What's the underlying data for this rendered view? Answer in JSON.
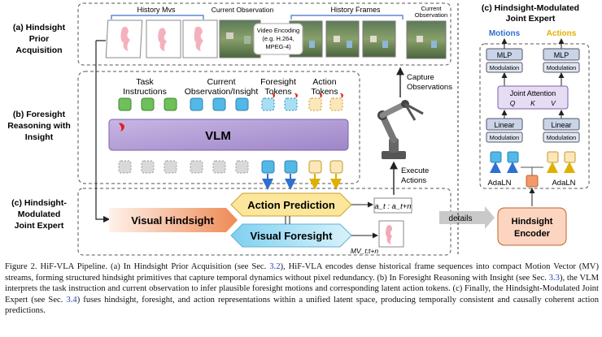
{
  "left_labels": {
    "a": [
      "(a) Hindsight",
      "Prior",
      "Acquisition"
    ],
    "b": [
      "(b) Foresight",
      "Reasoning with",
      "Insight"
    ],
    "c": [
      "(c) Hindsight-",
      "Modulated",
      "Joint Expert"
    ]
  },
  "panel_a": {
    "history_mvs": "History Mvs",
    "current_observation": "Current Observation",
    "history_frames": "History Frames",
    "current_observation_2": [
      "Current",
      "Observation"
    ],
    "video_encoding": [
      "Video Encoding",
      "(e.g. H.264,",
      "MPEG-4)"
    ]
  },
  "panel_b": {
    "task_instructions": [
      "Task",
      "Instructions"
    ],
    "current_obs_insight": [
      "Current",
      "Observation/Insight"
    ],
    "foresight_tokens": [
      "Foresight",
      "Tokens"
    ],
    "action_tokens": [
      "Action",
      "Tokens"
    ],
    "vlm": "VLM"
  },
  "panel_c": {
    "visual_hindsight": "Visual Hindsight",
    "action_prediction": "Action Prediction",
    "visual_foresight": "Visual Foresight",
    "action_output": "a_t : a_t+n",
    "mv_output": "MV_t:t+n",
    "details": "details"
  },
  "robot": {
    "capture": [
      "Capture",
      "Observations"
    ],
    "execute": [
      "Execute",
      "Actions"
    ]
  },
  "right_panel": {
    "title": [
      "(c) Hindsight-Modulated",
      "Joint Expert"
    ],
    "motions": "Motions",
    "actions": "Actions",
    "mlp": "MLP",
    "modulation": "Modulation",
    "joint_attention": "Joint Attention",
    "qkv": [
      "Q",
      "K",
      "V"
    ],
    "linear": "Linear",
    "adaln": "AdaLN",
    "encoder": [
      "Hindsight",
      "Encoder"
    ]
  },
  "colors": {
    "blue_accent": "#2f6fd0",
    "gold_accent": "#e0b000",
    "green_token": "#6fbf5a",
    "blue_token": "#53b8e6",
    "cream_token": "#fbe7b8",
    "vlm_purple": "#b9a3d6",
    "action_pred_yellow": "#fbe69b",
    "foresight_blue": "#a8dff3",
    "hindsight_orange": "#f29a6c"
  },
  "caption": {
    "p1": "Figure 2. HiF-VLA Pipeline. (a) In Hindsight Prior Acquisition (see Sec. ",
    "r1": "3.2",
    "p2": "), HiF-VLA encodes dense historical frame sequences into compact Motion Vector (MV) streams, forming structured hindsight primitives that capture temporal dynamics without pixel redundancy. (b) In Foresight Reasoning with Insight (see Sec. ",
    "r2": "3.3",
    "p3": "), the VLM interprets the task instruction and current observation to infer plausible foresight motions and corresponding latent action tokens. (c) Finally, the Hindsight-Modulated Joint Expert (see Sec. ",
    "r3": "3.4",
    "p4": ") fuses hindsight, foresight, and action representations within a unified latent space, producing temporally consistent and causally coherent action predictions."
  }
}
